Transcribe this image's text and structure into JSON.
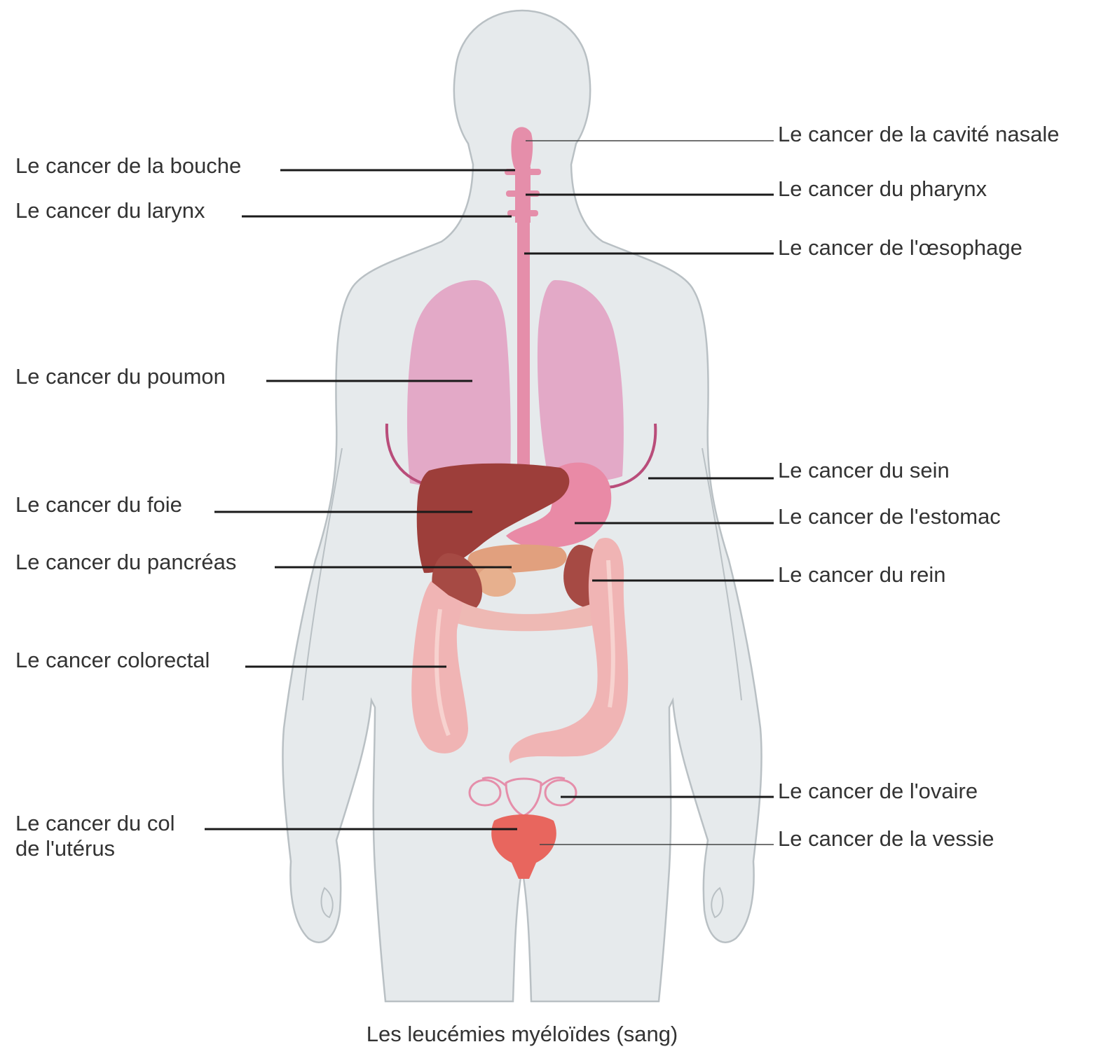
{
  "labels_left": {
    "bouche": "Le cancer de la bouche",
    "larynx": "Le cancer du larynx",
    "poumon": "Le cancer du poumon",
    "foie": "Le cancer du foie",
    "pancreas": "Le cancer du pancréas",
    "colorectal": "Le cancer colorectal",
    "col_uterus_line1": "Le cancer du col",
    "col_uterus_line2": "de l'utérus"
  },
  "labels_right": {
    "cavite_nasale": "Le cancer de la cavité nasale",
    "pharynx": "Le cancer du pharynx",
    "oesophage": "Le cancer de l'œsophage",
    "sein": "Le cancer du sein",
    "estomac": "Le cancer de l'estomac",
    "rein": "Le cancer du rein",
    "ovaire": "Le cancer de l'ovaire",
    "vessie": "Le cancer de la vessie"
  },
  "caption": "Les leucémies myéloïdes (sang)",
  "colors": {
    "body": "#e6eaec",
    "body_outline": "#b9c0c4",
    "lung": "#e3a9c7",
    "esophagus": "#e58eaa",
    "liver": "#9d3e3a",
    "stomach": "#e98aa6",
    "kidney": "#a64a44",
    "pancreas": "#e1a07e",
    "colon": "#f0b4b4",
    "bladder": "#e8665e",
    "leader": "#1a1a1a"
  }
}
